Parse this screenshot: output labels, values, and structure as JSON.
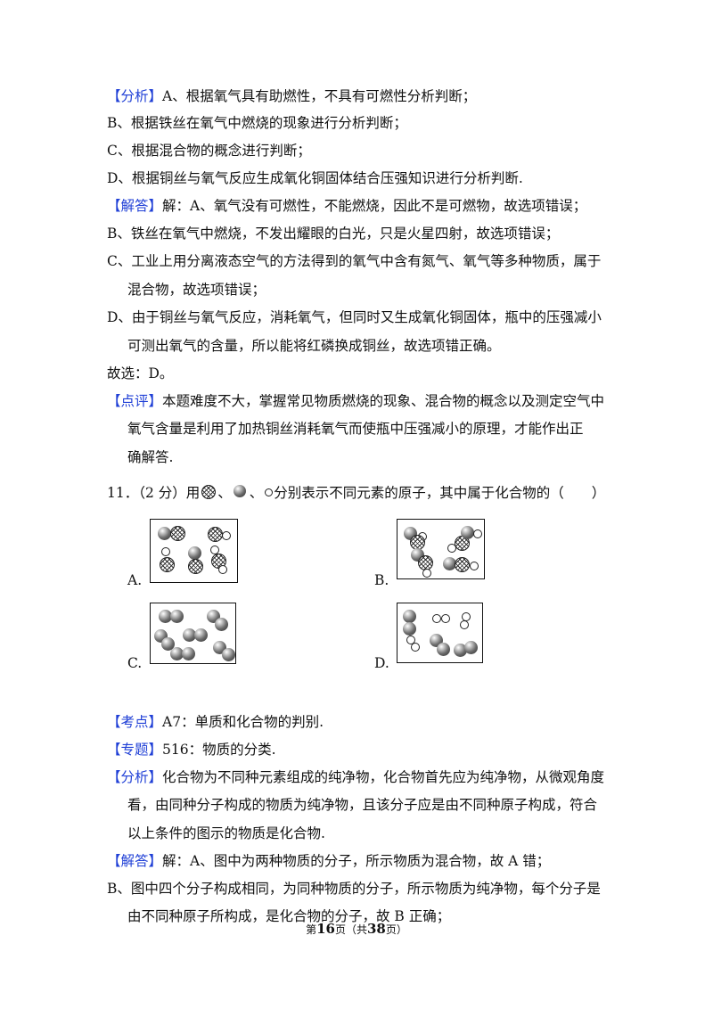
{
  "section1": {
    "fenxi_tag": "【分析】",
    "fenxi_text": "A、根据氧气具有助燃性，不具有可燃性分析判断；",
    "lines": [
      "B、根据铁丝在氧气中燃烧的现象进行分析判断；",
      "C、根据混合物的概念进行判断；",
      "D、根据铜丝与氧气反应生成氧化铜固体结合压强知识进行分析判断."
    ],
    "jieda_tag": "【解答】",
    "jieda_text": "解：A、氧气没有可燃性，不能燃烧，因此不是可燃物，故选项错误；",
    "b_line": "B、铁丝在氧气中燃烧，不发出耀眼的白光，只是火星四射，故选项错误；",
    "c_line1": "C、工业上用分离液态空气的方法得到的氧气中含有氮气、氧气等多种物质，属于",
    "c_line2": "混合物，故选项错误；",
    "d_line1": "D、由于铜丝与氧气反应，消耗氧气，但同时又生成氧化铜固体，瓶中的压强减小",
    "d_line2": "可测出氧气的含量，所以能将红磷换成铜丝，故选项错正确。",
    "answer": "故选：D。",
    "dianping_tag": "【点评】",
    "dianping_line1": "本题难度不大，掌握常见物质燃烧的现象、混合物的概念以及测定空气中",
    "dianping_line2": "氧气含量是利用了加热铜丝消耗氧气而使瓶中压强减小的原理，才能作出正",
    "dianping_line3": "确解答."
  },
  "question": {
    "prefix": "11．（2 分）用",
    "sep": "、",
    "suffix": "分别表示不同元素的原子，其中属于化合物的（　　）",
    "options": [
      "A.",
      "B.",
      "C.",
      "D."
    ]
  },
  "section2": {
    "kaodian_tag": "【考点】",
    "kaodian_text": "A7：单质和化合物的判别.",
    "zhuanti_tag": "【专题】",
    "zhuanti_text": "516：物质的分类.",
    "fenxi_tag": "【分析】",
    "fenxi_line1": "化合物为不同种元素组成的纯净物，化合物首先应为纯净物，从微观角度",
    "fenxi_line2": "看，由同种分子构成的物质为纯净物，且该分子应是由不同种原子构成，符合",
    "fenxi_line3": "以上条件的图示的物质是化合物.",
    "jieda_tag": "【解答】",
    "jieda_text": "解：A、图中为两种物质的分子，所示物质为混合物，故 A 错；",
    "b_line1": "B、图中四个分子构成相同，为同种物质的分子，所示物质为纯净物，每个分子是",
    "b_line2": "由不同种原子所构成，是化合物的分子，故 B 正确；"
  },
  "footer": {
    "prefix": "第",
    "page": "16",
    "middle": "页（共",
    "total": "38",
    "suffix": "页）"
  }
}
